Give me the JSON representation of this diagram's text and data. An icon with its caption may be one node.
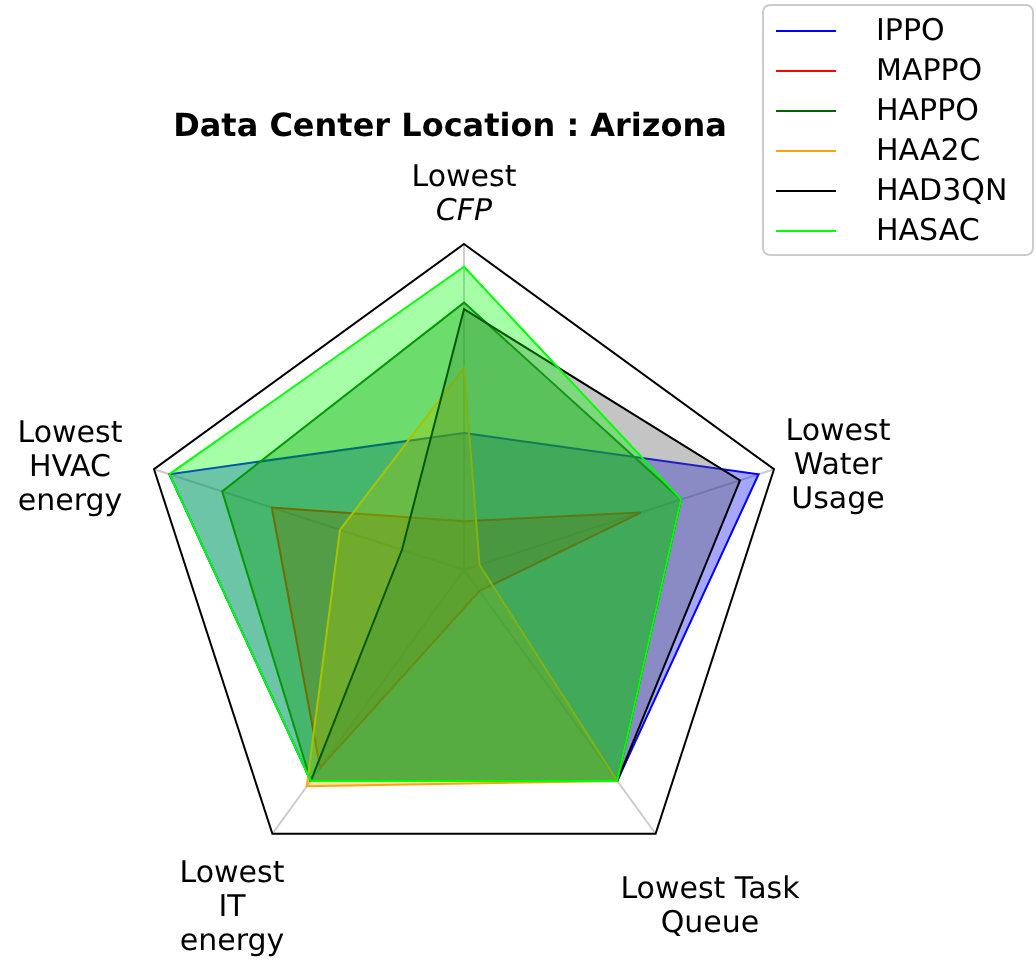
{
  "diagram": {
    "title": "Data Center Location : Arizona",
    "labels": [
      "Lowest *CFP*",
      "Lowest Water Usage",
      "Lowest Task Queue",
      "Lowest IT energy",
      "Lowest HVAC energy"
    ],
    "legend": [
      {
        "text": "IPPO"
      },
      {
        "text": "MAPPO"
      },
      {
        "text": "HAPPO"
      },
      {
        "text": "HAA2C"
      },
      {
        "text": "HAD3QN"
      },
      {
        "text": "HASAC"
      }
    ]
  }
}
